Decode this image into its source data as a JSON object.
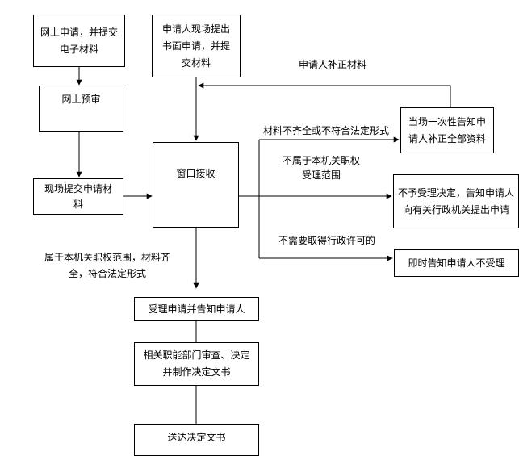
{
  "nodes": {
    "online_apply": {
      "lines": [
        "网上申请，并提交",
        "电子材料"
      ]
    },
    "onsite_written": {
      "lines": [
        "申请人现场提出",
        "书面申请，并提",
        "交材料"
      ]
    },
    "online_precheck": {
      "lines": [
        "网上预审"
      ]
    },
    "onsite_submit": {
      "lines": [
        "现场提交申请材",
        "料"
      ]
    },
    "window_receive": {
      "lines": [
        "窗口接收"
      ]
    },
    "notify_all": {
      "lines": [
        "当场一次性告知申",
        "请人补正全部资料"
      ]
    },
    "reject_decision": {
      "lines": [
        "不予受理决定，告知申请人",
        "向有关行政机关提出申请"
      ]
    },
    "immediate_reject": {
      "lines": [
        "即时告知申请人不受理"
      ]
    },
    "accept_notify": {
      "lines": [
        "受理申请并告知申请人"
      ]
    },
    "dept_review": {
      "lines": [
        "相关职能部门审查、决定",
        "并制作决定文书"
      ]
    },
    "deliver_docs": {
      "lines": [
        "送达决定文书"
      ]
    }
  },
  "labels": {
    "supplement": "申请人补正材料",
    "incomplete": "材料不齐全或不符合法定形式",
    "out_scope": [
      "不属于本机关职权",
      "受理范围"
    ],
    "no_permit": "不需要取得行政许可的",
    "in_scope": [
      "属于本机关职权范围，材料齐",
      "全，符合法定形式"
    ]
  },
  "colors": {
    "line": "#000000",
    "box_border": "#000000",
    "background": "#ffffff"
  }
}
